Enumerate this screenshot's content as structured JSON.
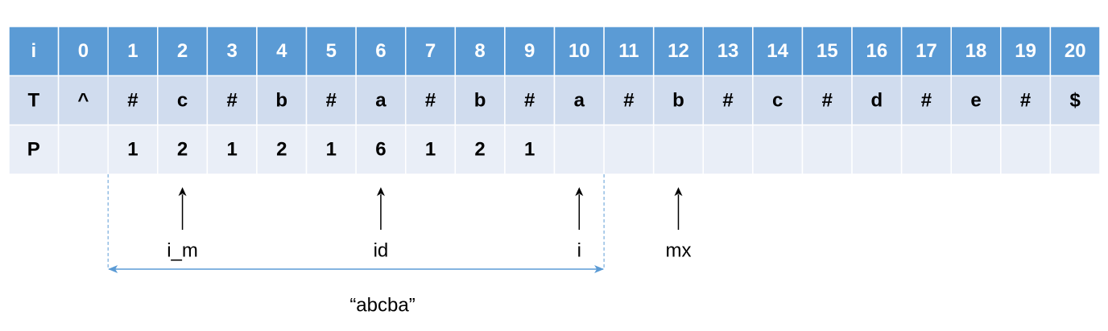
{
  "table": {
    "rows": [
      {
        "label": "i",
        "cells": [
          "0",
          "1",
          "2",
          "3",
          "4",
          "5",
          "6",
          "7",
          "8",
          "9",
          "10",
          "11",
          "12",
          "13",
          "14",
          "15",
          "16",
          "17",
          "18",
          "19",
          "20"
        ]
      },
      {
        "label": "T",
        "cells": [
          "^",
          "#",
          "c",
          "#",
          "b",
          "#",
          "a",
          "#",
          "b",
          "#",
          "a",
          "#",
          "b",
          "#",
          "c",
          "#",
          "d",
          "#",
          "e",
          "#",
          "$"
        ]
      },
      {
        "label": "P",
        "cells": [
          "",
          "1",
          "2",
          "1",
          "2",
          "1",
          "6",
          "1",
          "2",
          "1",
          "",
          "",
          "",
          "",
          "",
          "",
          "",
          "",
          "",
          "",
          ""
        ]
      }
    ]
  },
  "pointers": [
    {
      "label": "i_m",
      "index": 2
    },
    {
      "label": "id",
      "index": 6
    },
    {
      "label": "i",
      "index": 10
    },
    {
      "label": "mx",
      "index": 12
    }
  ],
  "range": {
    "label": "“abcba”",
    "from_index": 1,
    "to_index": 11
  },
  "colors": {
    "header_fill": "#5B9BD5",
    "row_t_fill": "#D0DCEE",
    "row_p_fill": "#E9EEF7",
    "grid_line": "#FFFFFF",
    "guide_line": "#5B9BD5",
    "arrow": "#000000"
  }
}
